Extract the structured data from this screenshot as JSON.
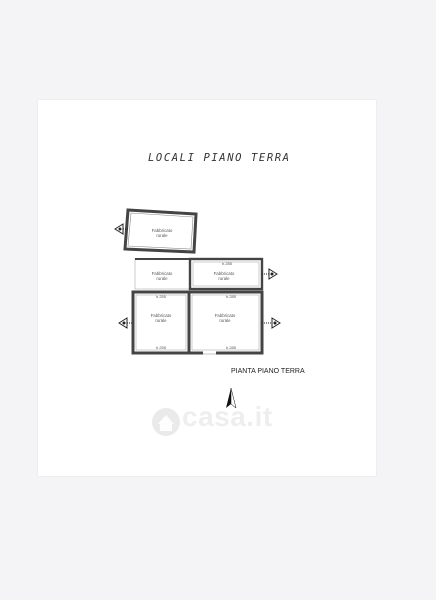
{
  "sheet": {
    "title": "LOCALI PIANO TERRA",
    "caption": "PIANTA PIANO TERRA"
  },
  "rooms": [
    {
      "label": "Fabbricato",
      "sublabel": "rurale"
    },
    {
      "label": "Fabbricato",
      "sublabel": "rurale"
    },
    {
      "label": "Fabbricato",
      "sublabel": "rurale"
    },
    {
      "label": "Fabbricato",
      "sublabel": "rurale"
    },
    {
      "label": "Fabbricato",
      "sublabel": "rurale"
    }
  ],
  "dimensions": {
    "upper_right_top": "h.285",
    "lower_left_top": "h.255",
    "lower_right_top": "h.285",
    "lower_left_bottom": "h.255",
    "lower_right_bottom": "h.285"
  },
  "watermark": {
    "text": "casa.it"
  },
  "icons": {
    "north_arrow": "north-arrow-icon",
    "view_marker": "view-triangle-icon",
    "watermark_logo": "house-logo-icon"
  }
}
